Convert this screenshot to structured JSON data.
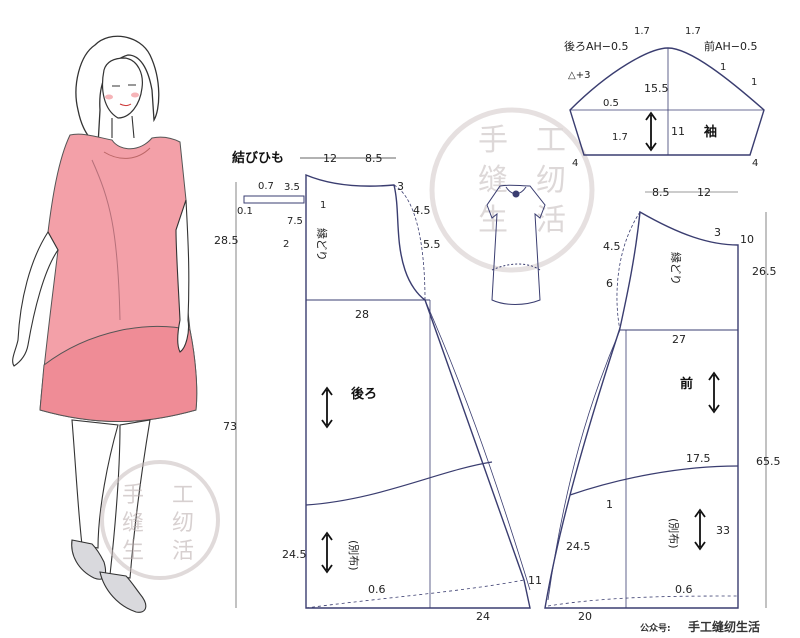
{
  "tie": {
    "title": "結びひも",
    "w1": "12",
    "w2": "8.5",
    "d1": "0.7",
    "d2": "0.1",
    "d3": "3.5",
    "d4": "1",
    "d5": "7.5",
    "d6": "2"
  },
  "back": {
    "label": "後ろ",
    "binding": "縁どり",
    "separate": "(別布)",
    "dim_neck_right": "3",
    "dim_armhole1": "4.5",
    "dim_armhole2": "5.5",
    "dim_chest": "28",
    "dim_total_height": "73",
    "dim_top_height": "28.5",
    "dim_hem_height": "24.5",
    "dim_hem_offset": "0.6",
    "dim_hem_width": "24",
    "dim_side": "11"
  },
  "front": {
    "label": "前",
    "binding": "縁どり",
    "separate": "(別布)",
    "dim_top1": "8.5",
    "dim_top2": "12",
    "dim_neck": "3",
    "dim_neck_depth": "10",
    "dim_armhole1": "4.5",
    "dim_armhole2": "6",
    "dim_chest": "27",
    "dim_top_height": "26.5",
    "dim_total_height": "65.5",
    "dim_yoke": "17.5",
    "dim_curve": "1",
    "dim_hem_height": "24.5",
    "dim_separate_height": "33",
    "dim_hem_offset": "0.6",
    "dim_hem_width": "20"
  },
  "sleeve": {
    "label": "袖",
    "back_ah": "後ろAH−0.5",
    "front_ah": "前AH−0.5",
    "d_17a": "1.7",
    "d_17b": "1.7",
    "d_tri3": "△+3",
    "d_05": "0.5",
    "d_155": "15.5",
    "d_11": "11",
    "d_17c": "1.7",
    "d_4a": "4",
    "d_4b": "4",
    "d_1a": "1",
    "d_1b": "1"
  },
  "watermark": {
    "c1": "手",
    "c2": "工",
    "c3": "缝",
    "c4": "纫",
    "c5": "生",
    "c6": "活"
  },
  "footer": {
    "prefix": "公众号:",
    "name": "手工缝纫生活"
  },
  "colors": {
    "dress": "#f3a0a8",
    "dress_hem": "#ef8c96",
    "line": "#3a3d70",
    "dim": "#333333"
  }
}
